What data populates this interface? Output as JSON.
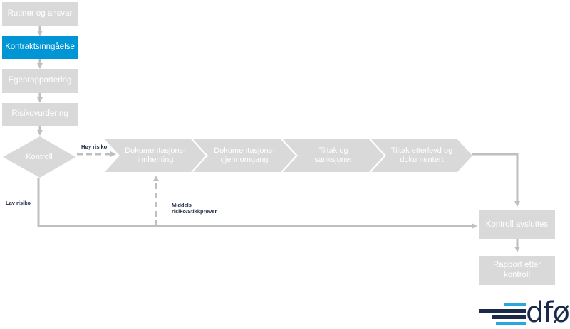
{
  "left_column": {
    "rutiner": "Rutiner og ansvar",
    "kontraktsinngaaelse": "Kontraktsinngåelse",
    "egenrapportering": "Egenrapportering",
    "risikovurdering": "Risikovurdering"
  },
  "decision": {
    "label": "Kontroll"
  },
  "chevrons": [
    {
      "label": "Dokumentasjons-\ninnhenting"
    },
    {
      "label": "Dokumentasjons-\ngjennomgang"
    },
    {
      "label": "Tiltak og\nsanksjoner"
    },
    {
      "label": "Tiltak etterlevd og\ndokumentert"
    }
  ],
  "edge_labels": {
    "hoy_risiko": "Høy risiko",
    "lav_risiko": "Lav risiko",
    "middels_line1": "Middels",
    "middels_line2": "risiko/Stikkprøver"
  },
  "right_column": {
    "kontroll_avsluttes": "Kontroll avsluttes",
    "rapport": "Rapport etter\nkontroll"
  },
  "logo": {
    "text": "dfø"
  },
  "colors": {
    "box": "#d9d9d9",
    "active": "#0096d6",
    "line": "#bfbfbf",
    "logo_dark": "#1b2a4a",
    "logo_light": "#2aa6e0"
  }
}
